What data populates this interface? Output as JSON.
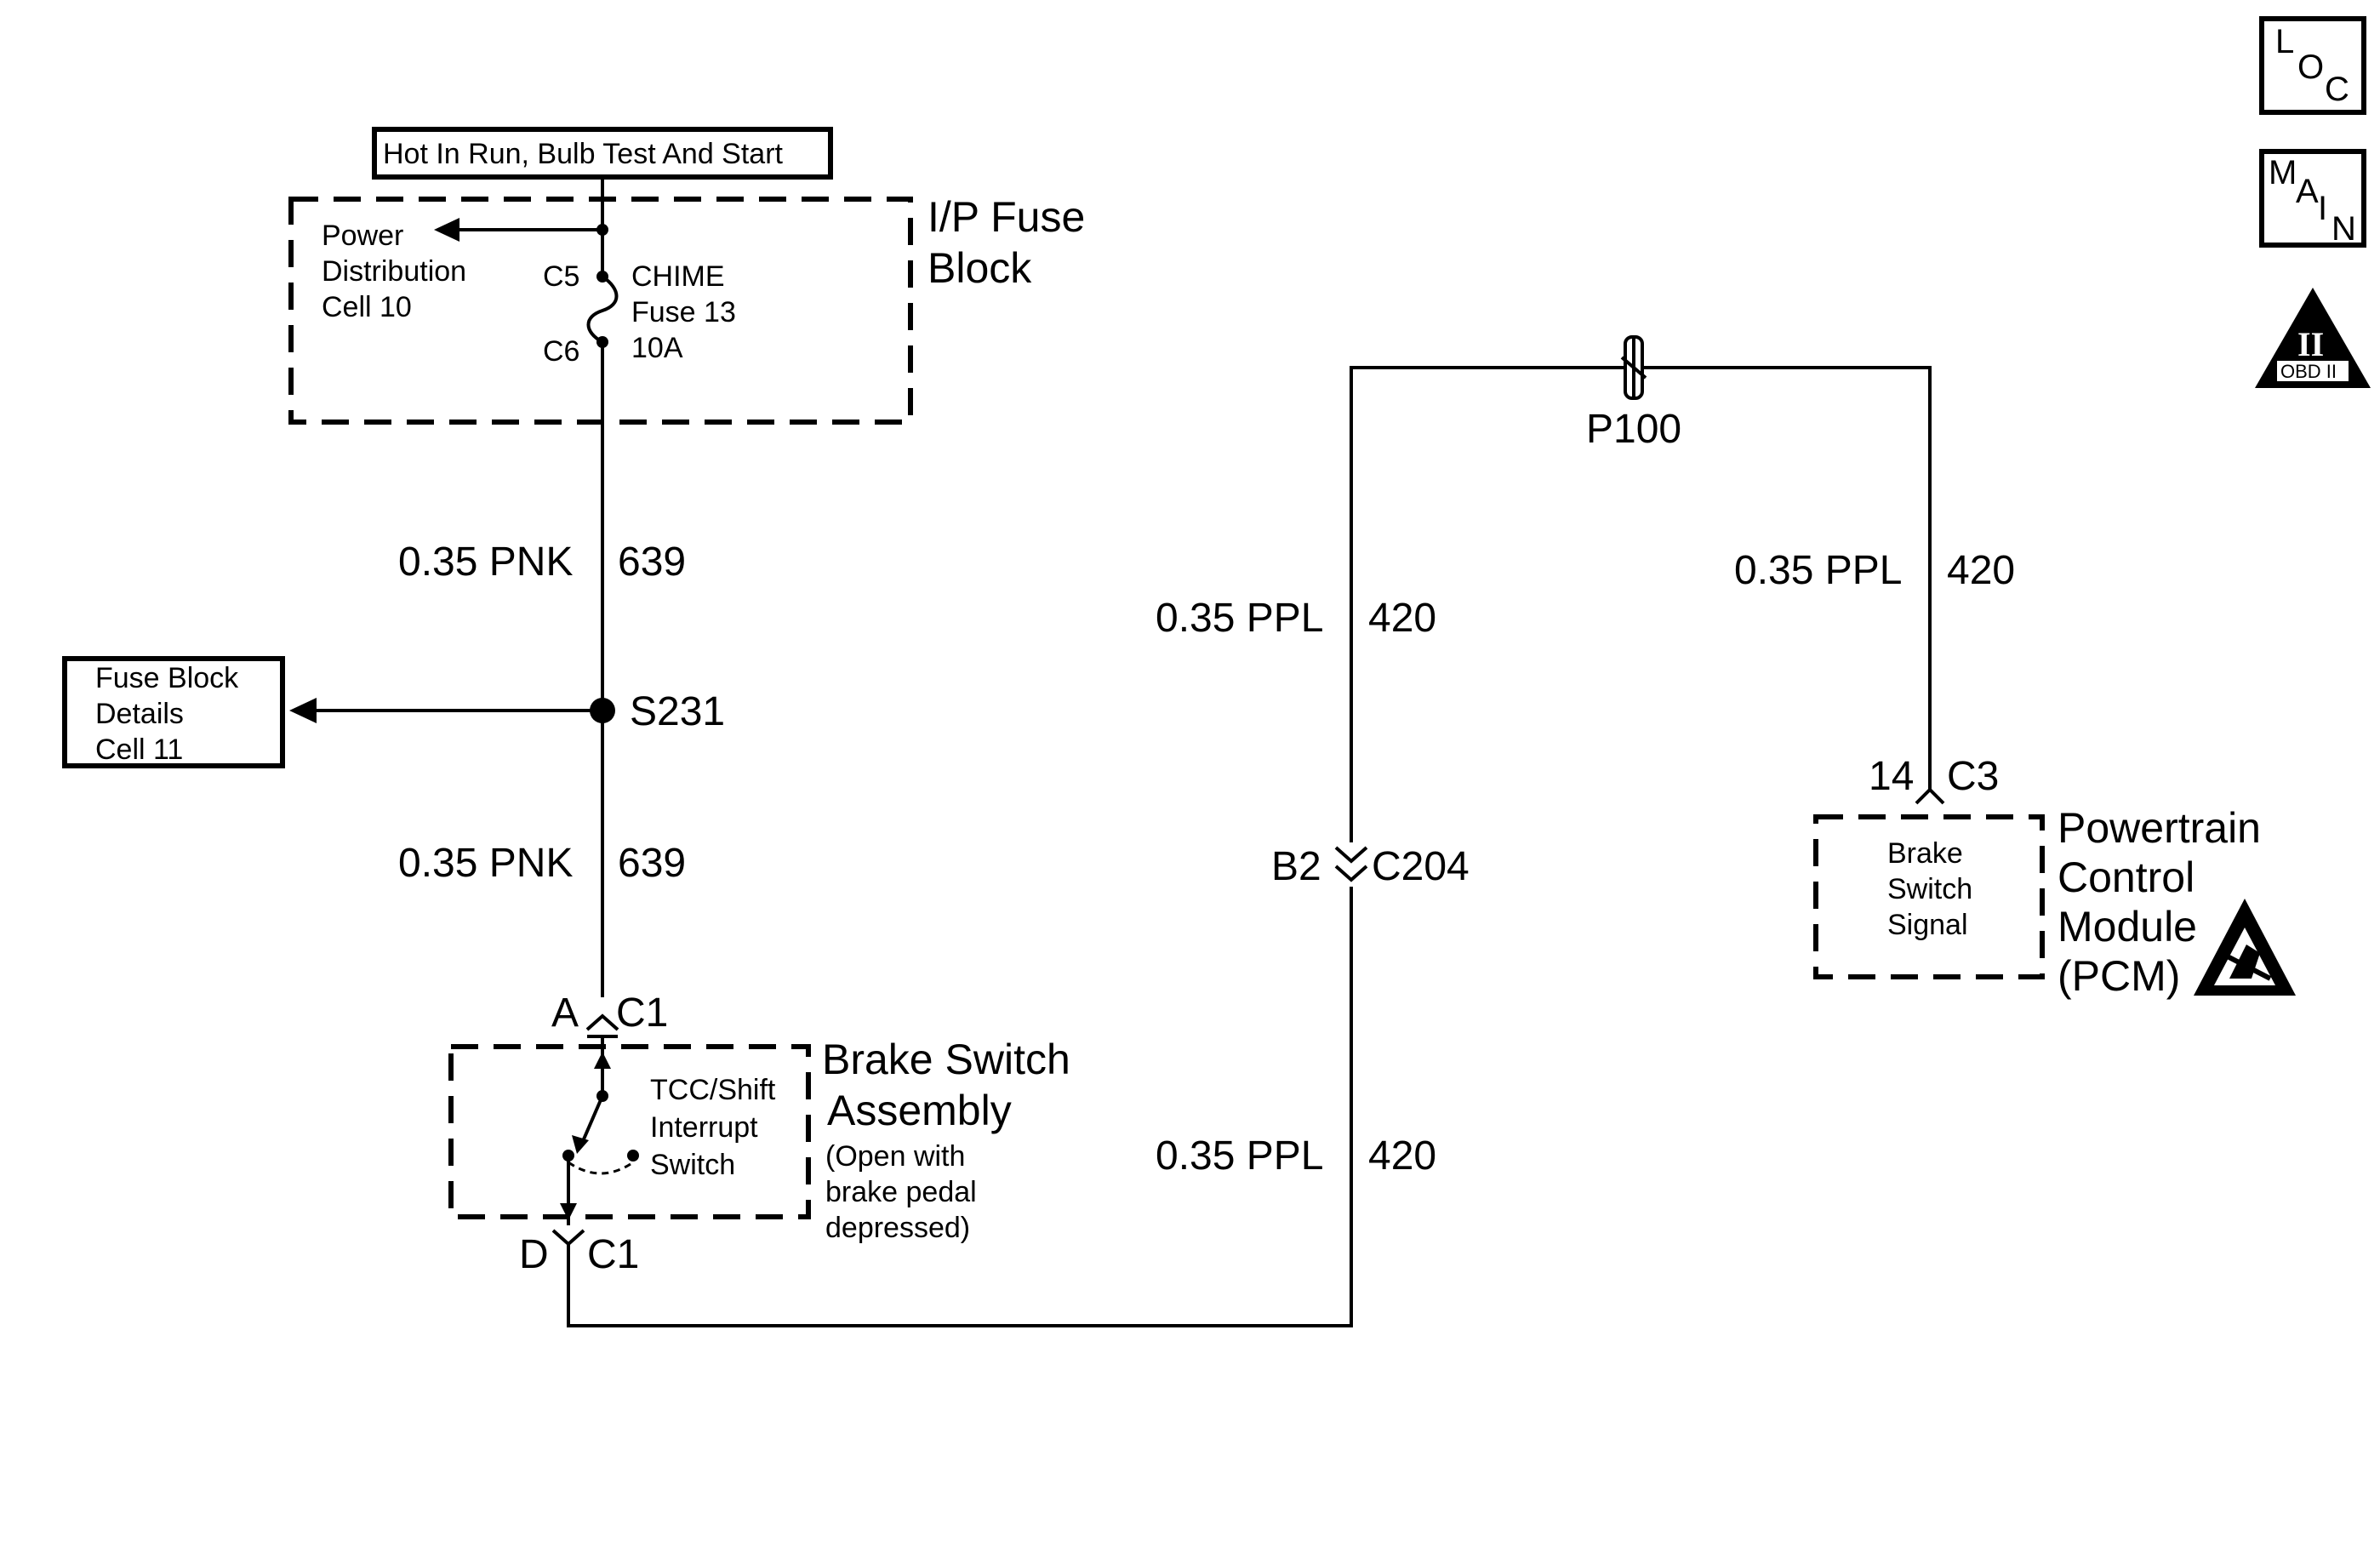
{
  "power_source": {
    "label": "Hot In Run, Bulb Test And Start"
  },
  "fuse_block": {
    "title_line1": "I/P Fuse",
    "title_line2": "Block",
    "power_dist_line1": "Power",
    "power_dist_line2": "Distribution",
    "power_dist_line3": "Cell 10",
    "fuse_line1": "CHIME",
    "fuse_line2": "Fuse 13",
    "fuse_line3": "10A",
    "terminal_top": "C5",
    "terminal_bottom": "C6"
  },
  "wire_639_upper": {
    "gauge_color": "0.35 PNK",
    "circuit": "639"
  },
  "splice": {
    "label": "S231"
  },
  "fuse_block_details": {
    "line1": "Fuse Block",
    "line2": "Details",
    "line3": "Cell 11"
  },
  "wire_639_lower": {
    "gauge_color": "0.35 PNK",
    "circuit": "639"
  },
  "brake_switch": {
    "connector_top_pin": "A",
    "connector_top": "C1",
    "switch_line1": "TCC/Shift",
    "switch_line2": "Interrupt",
    "switch_line3": "Switch",
    "title_line1": "Brake Switch",
    "title_line2": "Assembly",
    "note_line1": "(Open with",
    "note_line2": "brake pedal",
    "note_line3": "depressed)",
    "connector_bottom_pin": "D",
    "connector_bottom": "C1"
  },
  "wire_420_left_lower": {
    "gauge_color": "0.35 PPL",
    "circuit": "420"
  },
  "connector_c204": {
    "pin": "B2",
    "name": "C204"
  },
  "wire_420_left_upper": {
    "gauge_color": "0.35 PPL",
    "circuit": "420"
  },
  "passthrough": {
    "label": "P100"
  },
  "wire_420_right": {
    "gauge_color": "0.35 PPL",
    "circuit": "420"
  },
  "pcm": {
    "pin": "14",
    "connector": "C3",
    "signal_line1": "Brake",
    "signal_line2": "Switch",
    "signal_line3": "Signal",
    "title_line1": "Powertrain",
    "title_line2": "Control",
    "title_line3": "Module",
    "title_line4": "(PCM)"
  },
  "nav": {
    "loc_l": "L",
    "loc_o": "O",
    "loc_c": "C",
    "main_m": "M",
    "main_a": "A",
    "main_i": "I",
    "main_n": "N",
    "obd_numeral": "II",
    "obd_label": "OBD II"
  },
  "icons": {
    "esd": "esd-sensitive-icon",
    "obd": "obd-ii-icon"
  },
  "colors": {
    "ink": "#000000",
    "background": "#ffffff"
  }
}
